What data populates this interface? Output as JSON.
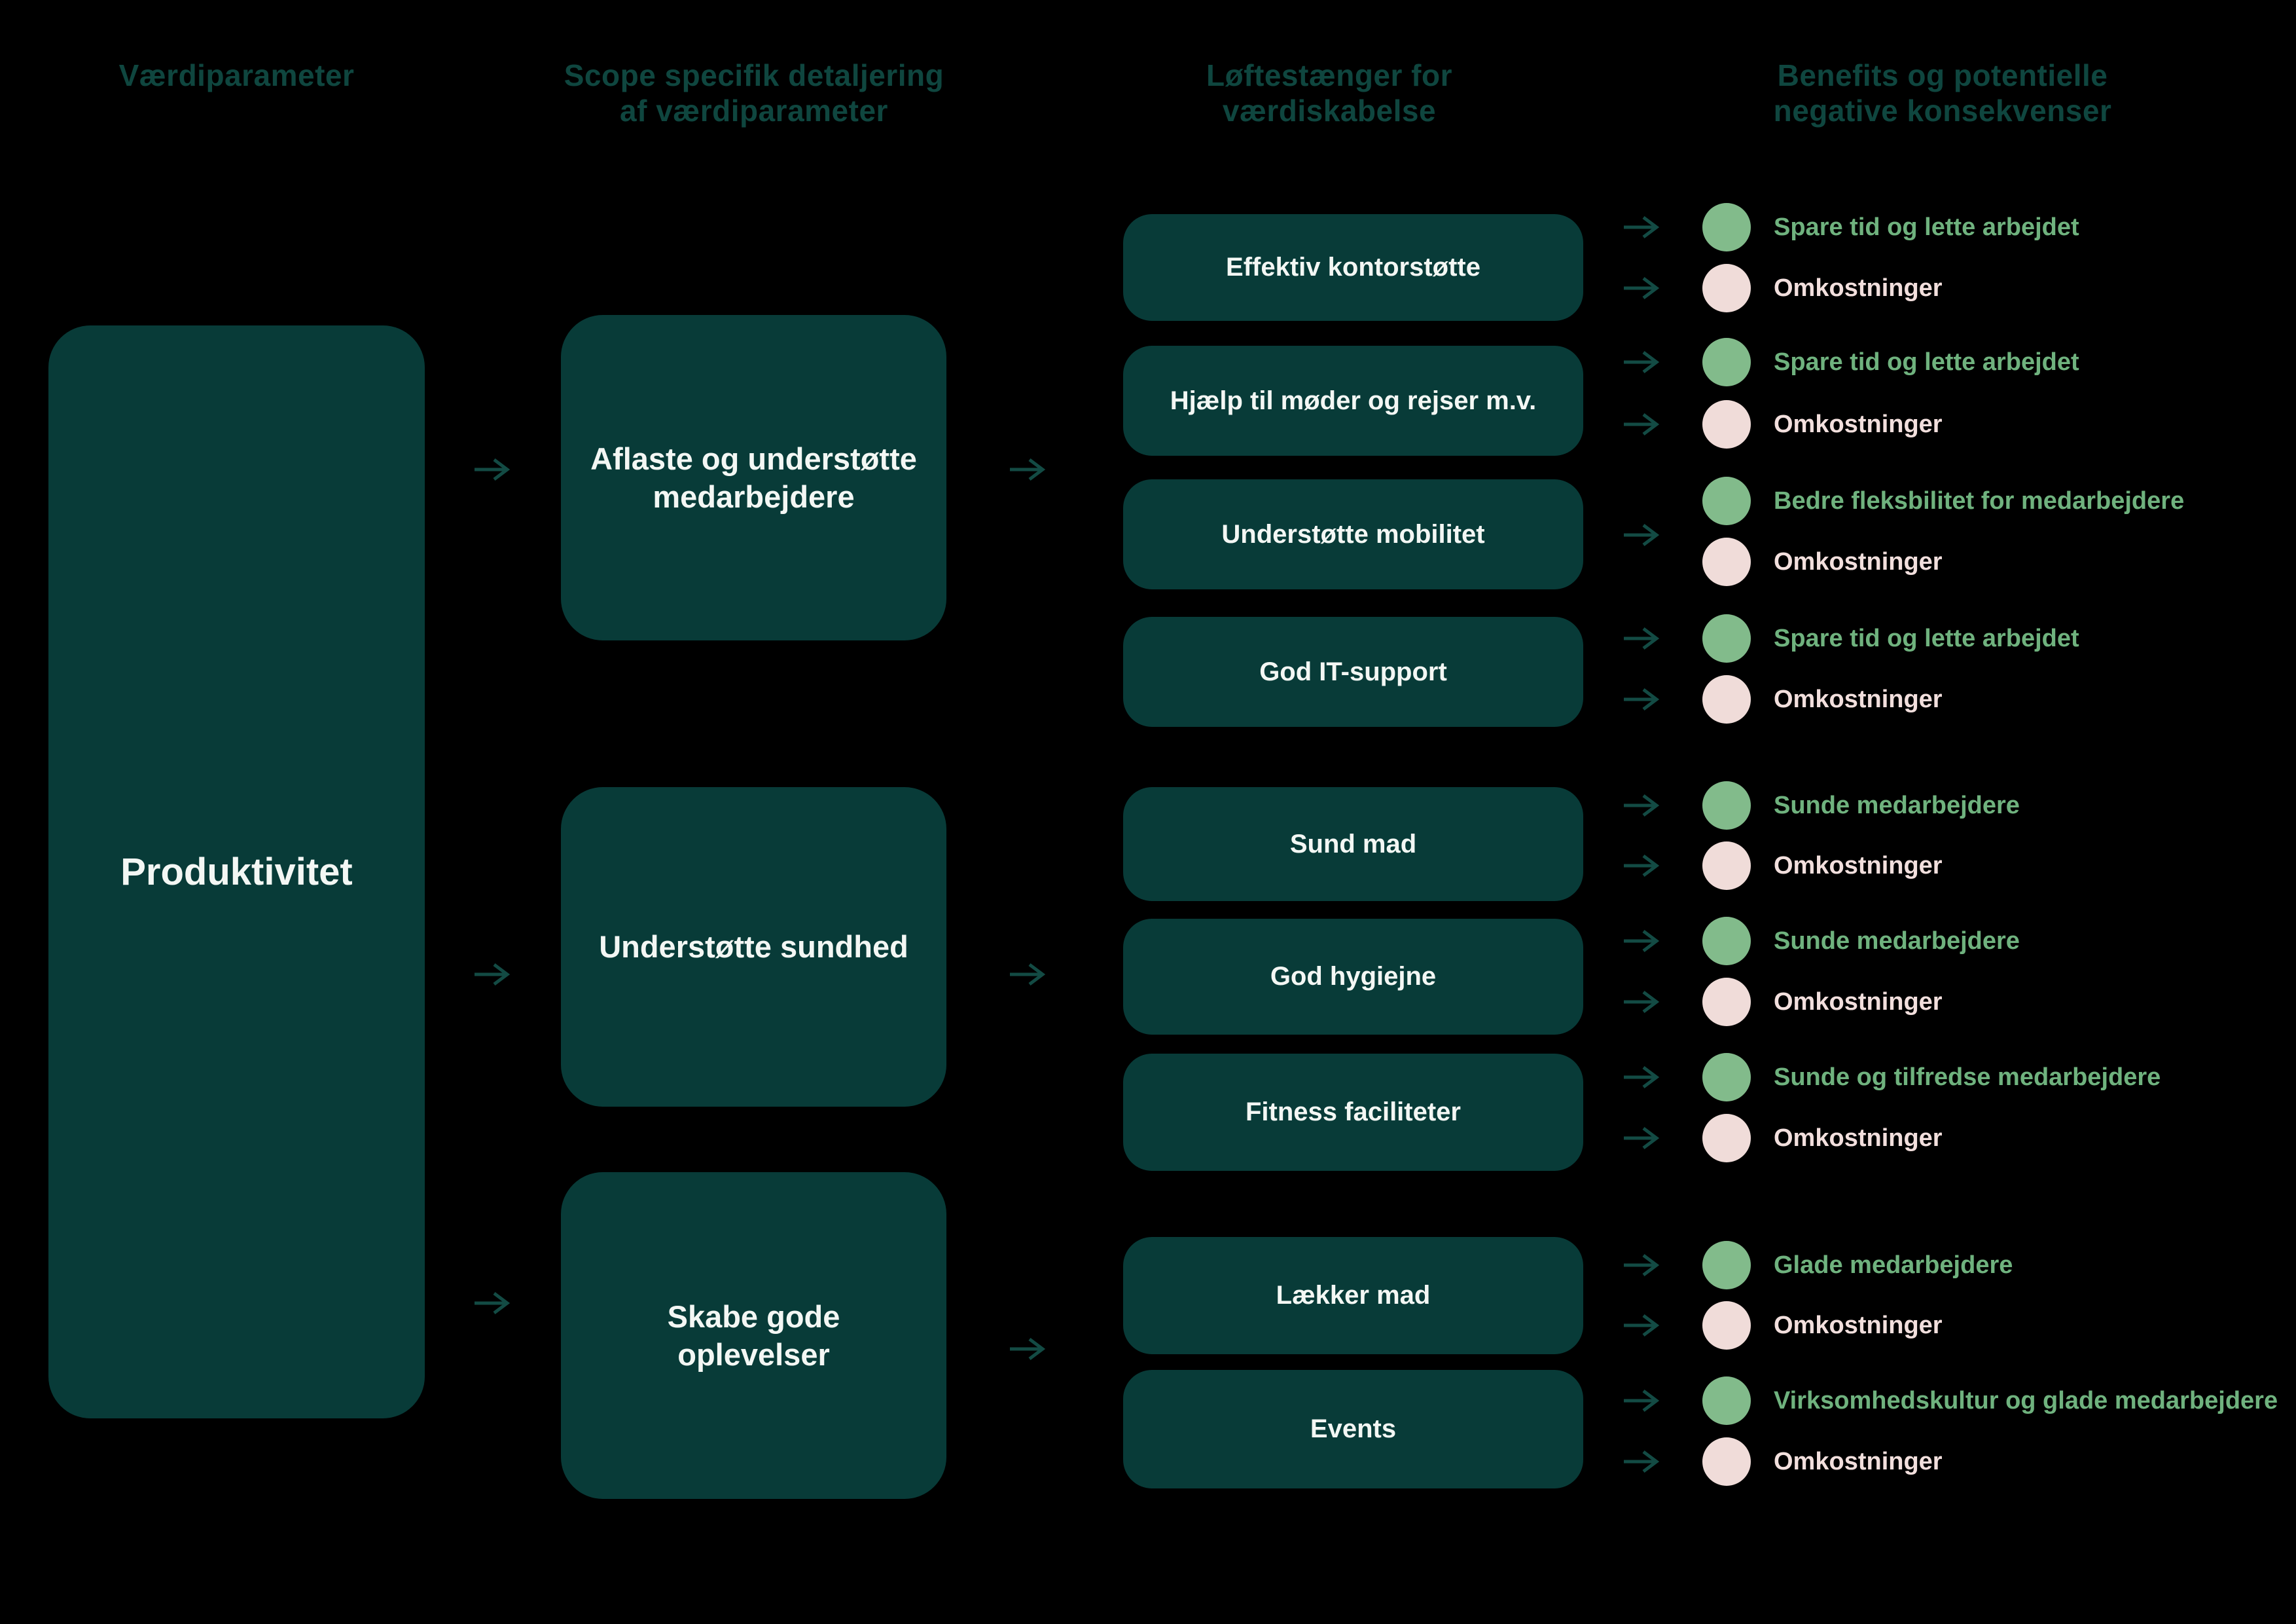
{
  "headers": {
    "col1": "Værdiparameter",
    "col2": "Scope specifik detaljering\naf værdiparameter",
    "col3": "Løftestænger for\nværdiskabelse",
    "col4": "Benefits og potentielle\nnegative konsekvenser"
  },
  "value_parameter": "Produktivitet",
  "scopes": [
    {
      "label": "Aflaste og understøtte medarbejdere"
    },
    {
      "label": "Understøtte sundhed"
    },
    {
      "label": "Skabe gode oplevelser"
    }
  ],
  "levers": [
    {
      "label": "Effektiv kontorstøtte",
      "outcomes": [
        {
          "kind": "benefit",
          "label": "Spare tid og lette arbejdet"
        },
        {
          "kind": "cost",
          "label": "Omkostninger"
        }
      ]
    },
    {
      "label": "Hjælp til møder og rejser m.v.",
      "outcomes": [
        {
          "kind": "benefit",
          "label": "Spare tid og lette arbejdet"
        },
        {
          "kind": "cost",
          "label": "Omkostninger"
        }
      ]
    },
    {
      "label": "Understøtte mobilitet",
      "outcomes": [
        {
          "kind": "benefit",
          "label": "Bedre fleksbilitet for medarbejdere"
        },
        {
          "kind": "cost",
          "label": "Omkostninger"
        }
      ]
    },
    {
      "label": "God IT-support",
      "outcomes": [
        {
          "kind": "benefit",
          "label": "Spare tid og lette arbejdet"
        },
        {
          "kind": "cost",
          "label": "Omkostninger"
        }
      ]
    },
    {
      "label": "Sund mad",
      "outcomes": [
        {
          "kind": "benefit",
          "label": "Sunde medarbejdere"
        },
        {
          "kind": "cost",
          "label": "Omkostninger"
        }
      ]
    },
    {
      "label": "God hygiejne",
      "outcomes": [
        {
          "kind": "benefit",
          "label": "Sunde medarbejdere"
        },
        {
          "kind": "cost",
          "label": "Omkostninger"
        }
      ]
    },
    {
      "label": "Fitness faciliteter",
      "outcomes": [
        {
          "kind": "benefit",
          "label": "Sunde og tilfredse medarbejdere"
        },
        {
          "kind": "cost",
          "label": "Omkostninger"
        }
      ]
    },
    {
      "label": "Lækker mad",
      "outcomes": [
        {
          "kind": "benefit",
          "label": "Glade medarbejdere"
        },
        {
          "kind": "cost",
          "label": "Omkostninger"
        }
      ]
    },
    {
      "label": "Events",
      "outcomes": [
        {
          "kind": "benefit",
          "label": "Virksomhedskultur og glade medarbejdere"
        },
        {
          "kind": "cost",
          "label": "Omkostninger"
        }
      ]
    }
  ],
  "colors": {
    "background": "#000000",
    "box_fill": "#083B38",
    "box_text": "#F3F7F4",
    "header_text": "#0F463F",
    "arrow": "#134B44",
    "benefit_circle": "#82BB8B",
    "cost_circle": "#F0DCD9",
    "benefit_label_text": "#6FB27E",
    "cost_label_text": "#F2DFDD"
  }
}
